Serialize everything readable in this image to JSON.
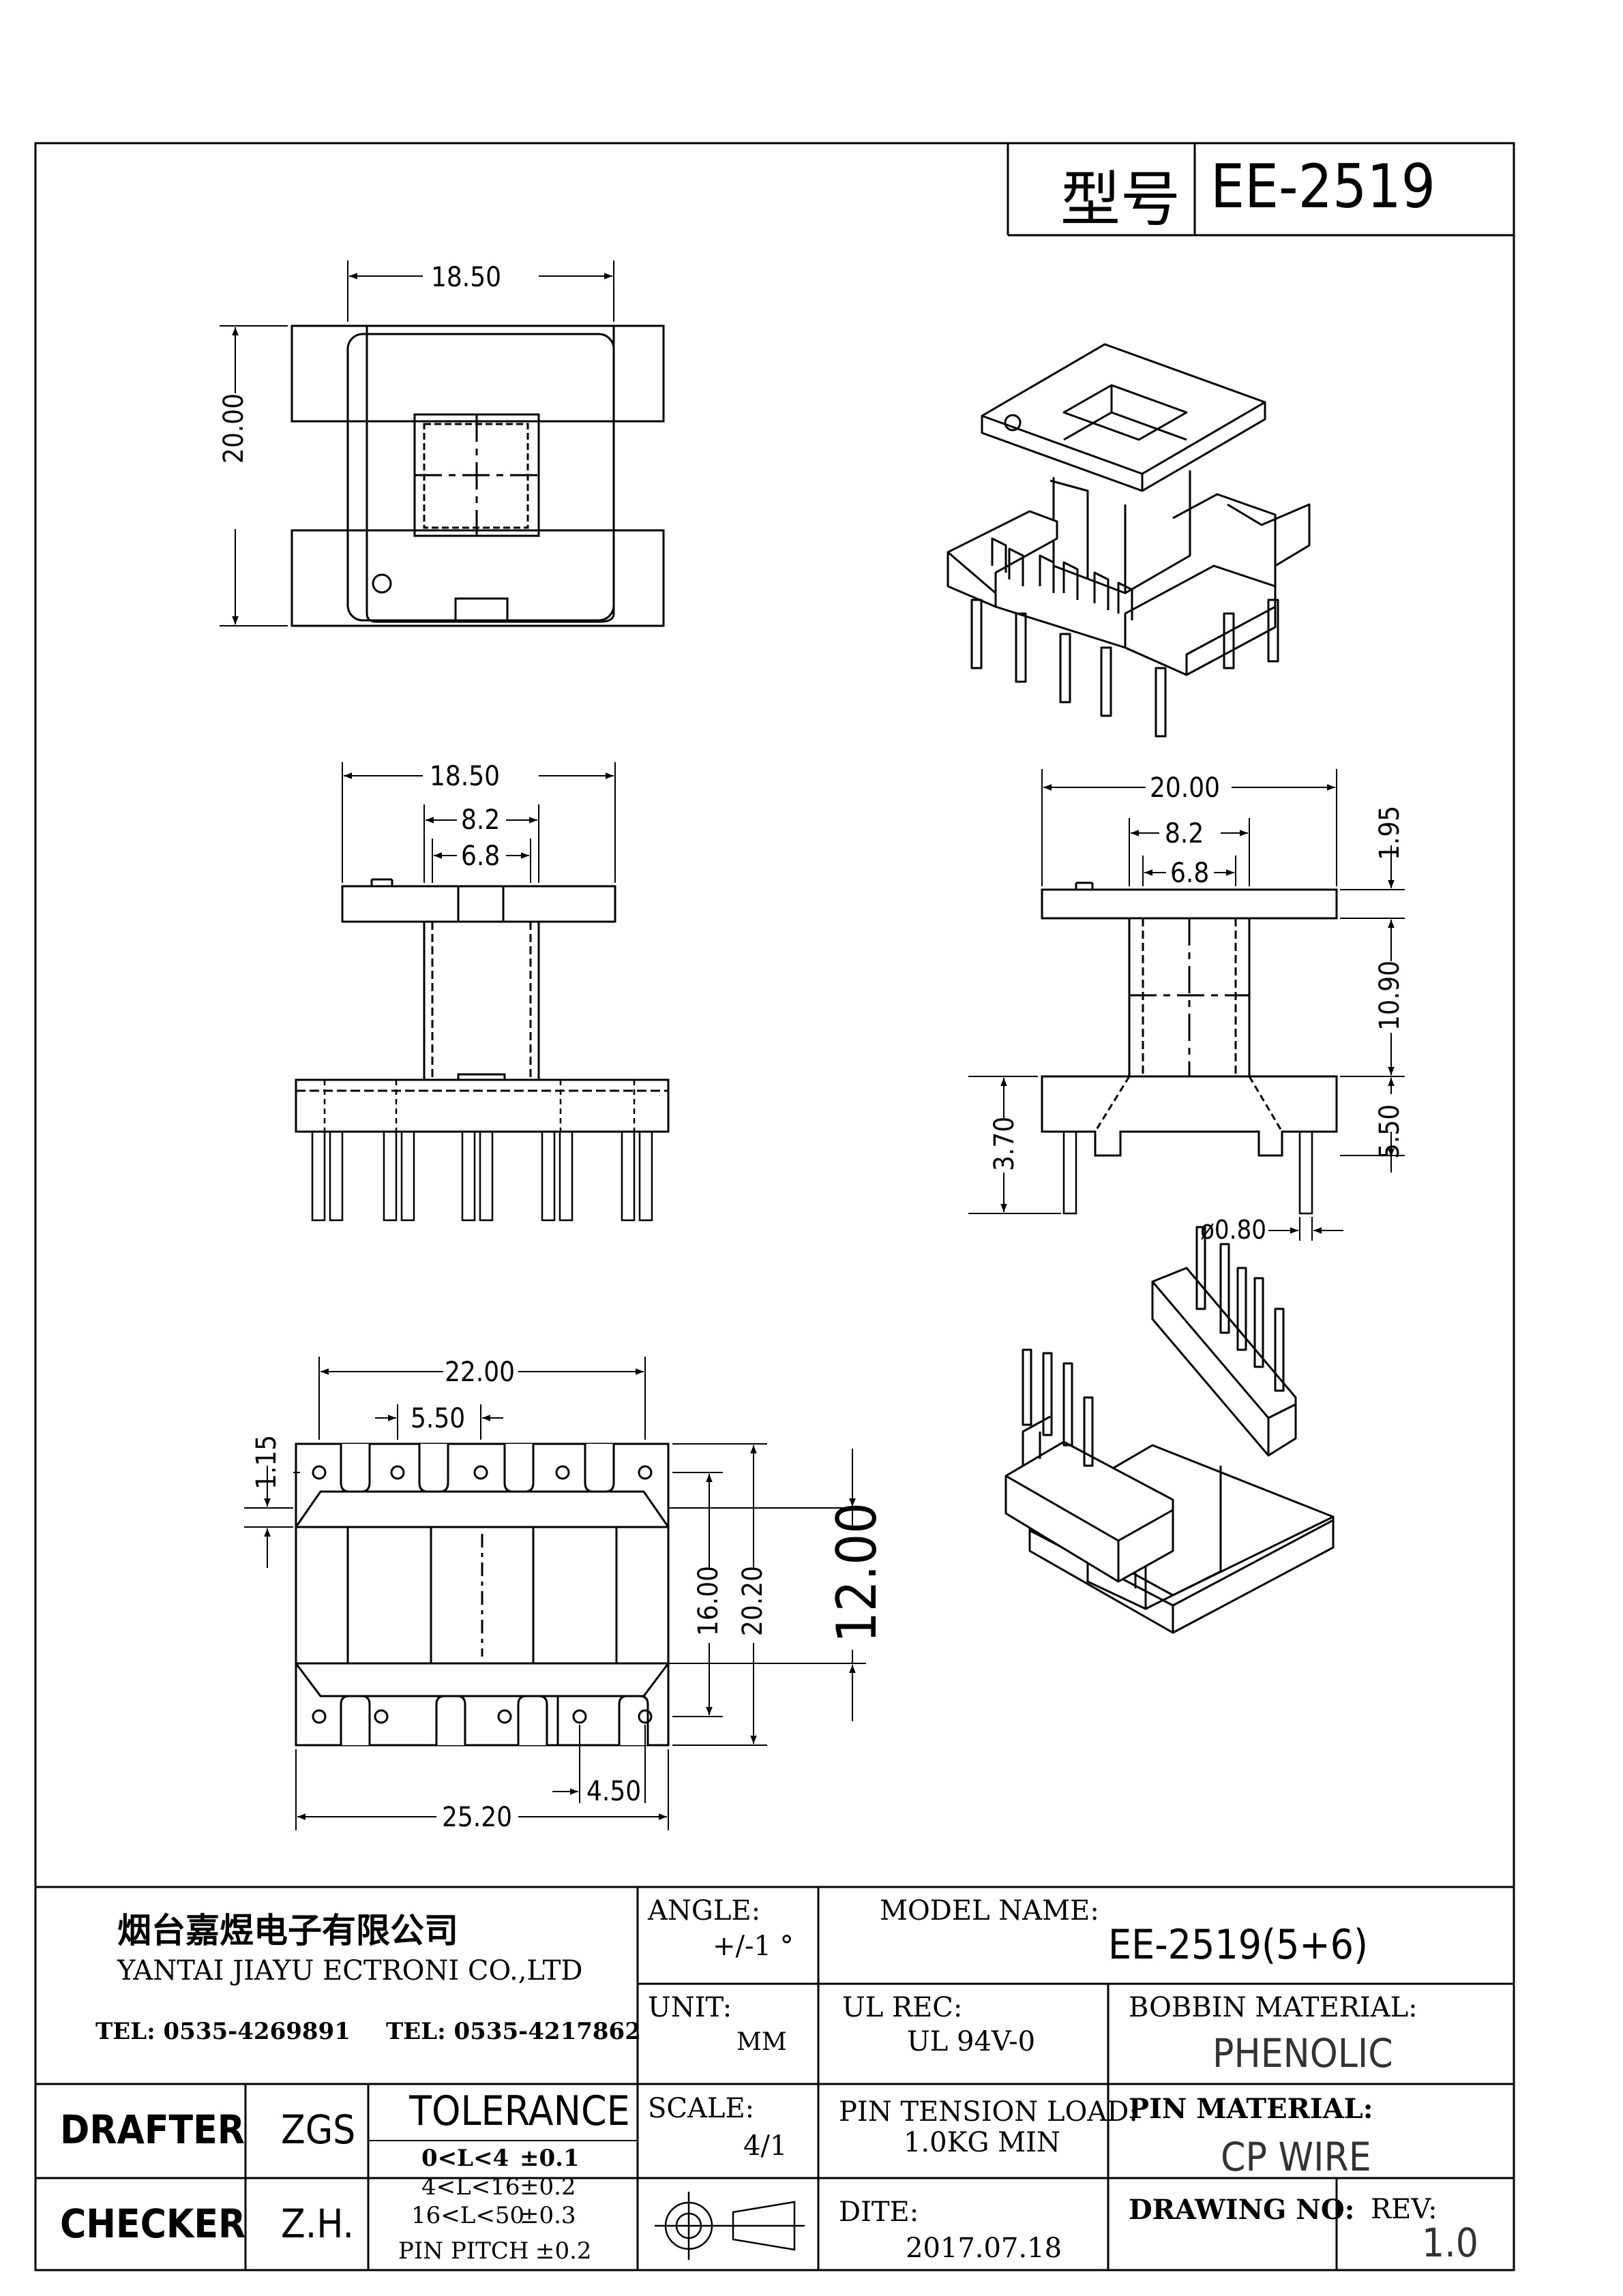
{
  "model": {
    "label": "型号",
    "value": "EE-2519"
  },
  "dims": {
    "top_width": "18.50",
    "top_height": "20.00",
    "front_width": "18.50",
    "front_inner1": "8.2",
    "front_inner2": "6.8",
    "side_width": "20.00",
    "side_inner1": "8.2",
    "side_inner2": "6.8",
    "side_flange": "1.95",
    "side_core": "10.90",
    "side_base": "5.50",
    "side_pin": "3.70",
    "pin_dia": "ø0.80",
    "bottom_span": "22.00",
    "bottom_pitch": "5.50",
    "bottom_slot": "1.15",
    "bottom_h1": "16.00",
    "bottom_h2": "20.20",
    "bottom_h3": "12.00",
    "bottom_pitch2": "4.50",
    "bottom_width": "25.20"
  },
  "title_block": {
    "company_cn": "烟台嘉煜电子有限公司",
    "company_en": "YANTAI JIAYU ECTRONI CO.,LTD",
    "tel1": "TEL: 0535-4269891",
    "tel2": "TEL: 0535-4217862",
    "angle_label": "ANGLE:",
    "angle_value": "+/-1 °",
    "model_label": "MODEL NAME:",
    "model_value": "EE-2519(5+6)",
    "unit_label": "UNIT:",
    "unit_value": "MM",
    "ul_label": "UL REC:",
    "ul_value": "UL 94V-0",
    "bobbin_label": "BOBBIN MATERIAL:",
    "bobbin_value": "PHENOLIC",
    "drafter_label": "DRAFTER",
    "drafter_value": "ZGS",
    "checker_label": "CHECKER",
    "checker_value": "Z.H.",
    "tolerance_label": "TOLERANCE",
    "tolerance_rows": [
      {
        "range": "0<L<4",
        "value": "±0.1"
      },
      {
        "range": "4<L<16",
        "value": "±0.2"
      },
      {
        "range": "16<L<50",
        "value": "±0.3"
      }
    ],
    "pin_pitch_label": "PIN PITCH",
    "pin_pitch_value": "±0.2",
    "scale_label": "SCALE:",
    "scale_value": "4/1",
    "pin_tension_label": "PIN TENSION LOAD:",
    "pin_tension_value": "1.0KG MIN",
    "pin_material_label": "PIN MATERIAL:",
    "pin_material_value": "CP WIRE",
    "date_label": "DITE:",
    "date_value": "2017.07.18",
    "drawing_no_label": "DRAWING NO:",
    "rev_label": "REV:",
    "rev_value": "1.0"
  }
}
